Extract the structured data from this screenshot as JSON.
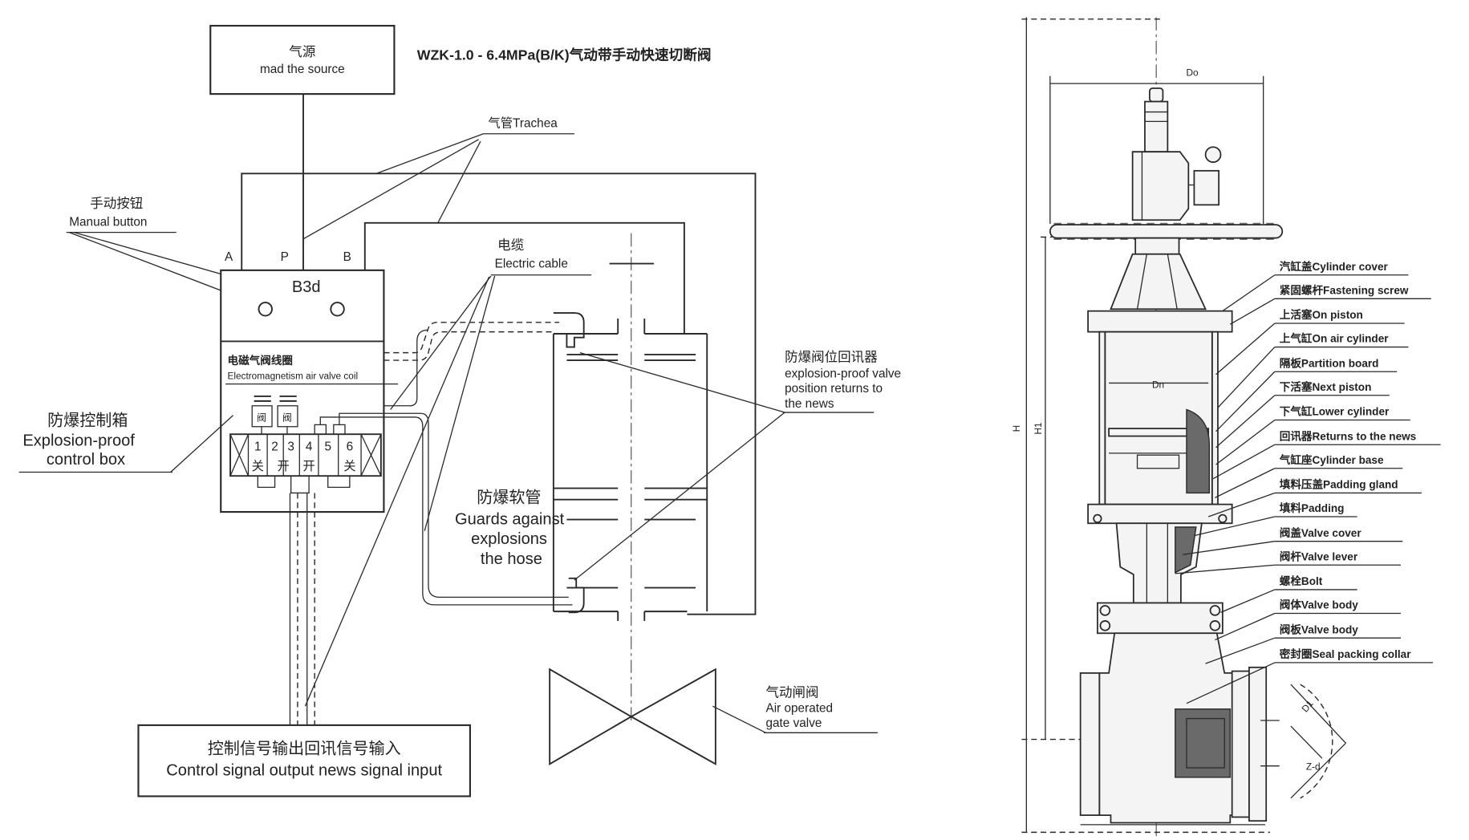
{
  "title": "WZK-1.0 - 6.4MPa(B/K)气动带手动快速切断阀",
  "air_source": {
    "cn": "气源",
    "en": "mad the source"
  },
  "trachea": "气管Trachea",
  "manual_button": {
    "cn": "手动按钮",
    "en": "Manual button"
  },
  "ports": {
    "a": "A",
    "p": "P",
    "b": "B"
  },
  "control_box_code": "B3d",
  "electric_cable": {
    "cn": "电缆",
    "en": "Electric cable"
  },
  "coil": {
    "cn": "电磁气阀线圈",
    "en": "Electromagnetism air valve coil",
    "marks": [
      "阀",
      "阀"
    ]
  },
  "control_box": {
    "cn": "防爆控制箱",
    "en_lines": [
      "Explosion-proof",
      "control box"
    ]
  },
  "terminals": [
    "1",
    "2",
    "3",
    "4",
    "5",
    "6"
  ],
  "terminal_marks": [
    "关",
    "开",
    "开",
    "关"
  ],
  "position_indicator": {
    "cn": "防爆阀位回讯器",
    "en_lines": [
      "explosion-proof valve",
      "position returns to",
      "the news"
    ]
  },
  "hose": {
    "cn": "防爆软管",
    "en_lines": [
      "Guards against",
      "explosions",
      "the hose"
    ]
  },
  "gate_valve": {
    "cn": "气动闸阀",
    "en_lines": [
      "Air operated",
      "gate valve"
    ]
  },
  "signal_box": {
    "cn": "控制信号输出回讯信号输入",
    "en": "Control signal output news signal input"
  },
  "parts": [
    "汽缸盖Cylinder cover",
    "紧固螺杆Fastening screw",
    "上活塞On piston",
    "上气缸On air cylinder",
    "隔板Partition board",
    "下活塞Next piston",
    "下气缸Lower cylinder",
    "回讯器Returns to the news",
    "气缸座Cylinder base",
    "填料压盖Padding gland",
    "填料Padding",
    "阀盖Valve cover",
    "阀杆Valve lever",
    "螺栓Bolt",
    "阀体Valve body",
    "阀板Valve body",
    "密封圈Seal packing collar"
  ],
  "dimensions": {
    "do": "Do",
    "dn": "Dn",
    "h": "H",
    "h1": "H1",
    "d1": "D1",
    "zd": "Z-d"
  }
}
